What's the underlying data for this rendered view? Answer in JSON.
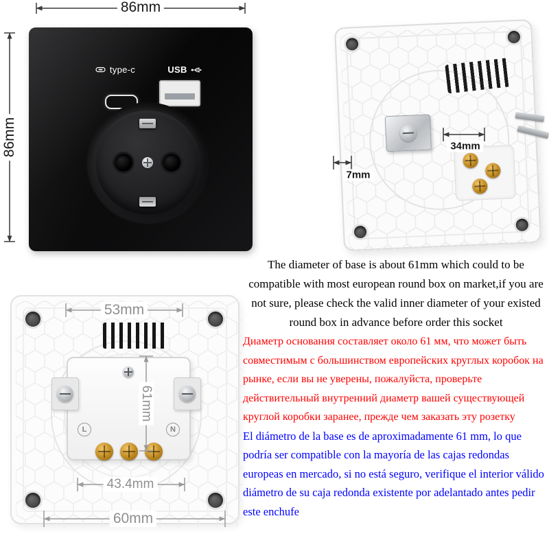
{
  "product_views": {
    "front": {
      "dim_width": "86mm",
      "dim_height": "86mm",
      "panel_color": "#0a0a0b",
      "ports": {
        "typec_label": "type-c",
        "usb_label": "USB"
      }
    },
    "back_3d": {
      "dim_depth": "34mm",
      "dim_plate_thickness": "7mm"
    },
    "back_flat": {
      "dim_top_width": "53mm",
      "dim_base_diameter": "61mm",
      "dim_inner_width": "43.4mm",
      "dim_bottom_width": "60mm",
      "terminal_live": "L",
      "terminal_neutral": "N"
    }
  },
  "description": {
    "english": {
      "text": "The diameter of base is about 61mm which could to be compatible with most european round box on market,if you are not sure, please check the valid inner diameter of your existed round box in advance before order this socket",
      "color": "#000000"
    },
    "russian": {
      "text": "Диаметр основания составляет около 61 мм, что может быть совместимым с большинством европейских круглых коробок на рынке, если вы не уверены, пожалуйста, проверьте действительный внутренний диаметр вашей существующей круглой коробки заранее, прежде чем заказать эту розетку",
      "color": "#ff0000"
    },
    "spanish": {
      "text": "El diámetro de la base es de aproximadamente 61 mm, lo que podría ser compatible con la mayoría de las cajas redondas europeas en mercado, si no está seguro, verifique el interior válido diámetro de su caja redonda existente por adelantado antes pedir este enchufe",
      "color": "#0000ff"
    }
  }
}
